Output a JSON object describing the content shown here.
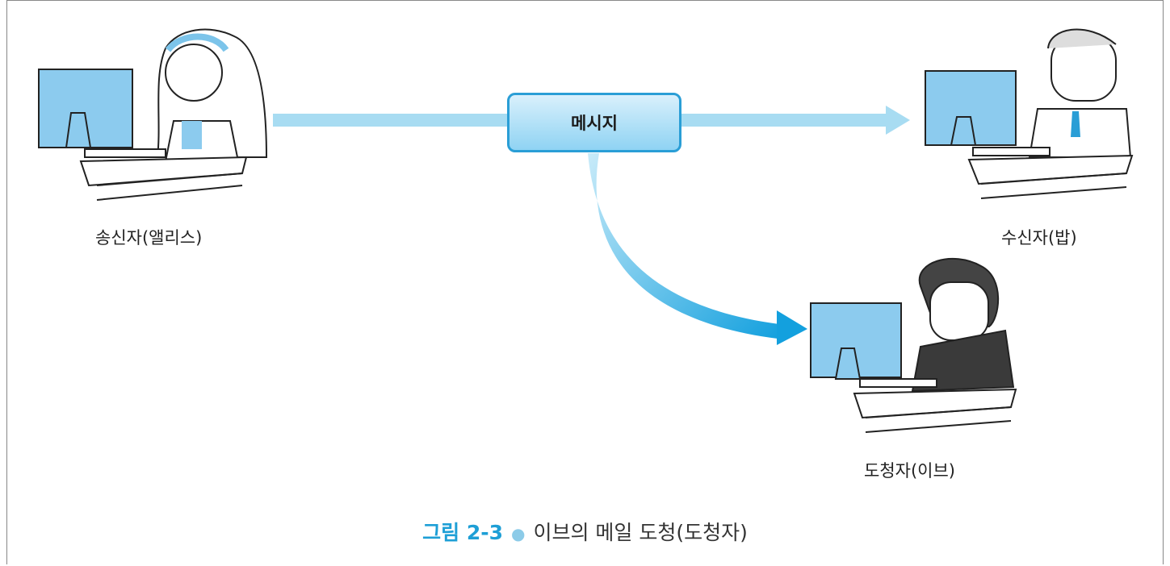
{
  "diagram": {
    "message_label": "메시지",
    "sender_label": "송신자(앨리스)",
    "receiver_label": "수신자(밥)",
    "eavesdropper_label": "도청자(이브)"
  },
  "caption": {
    "figure_number": "그림 2-3",
    "title": "이브의 메일 도청(도청자)"
  },
  "colors": {
    "arrow": "#a8dcf2",
    "arrow_dark": "#1aa4df",
    "box_border": "#2a9ed6",
    "monitor": "#8ccbee",
    "accent": "#1e9fd6"
  }
}
